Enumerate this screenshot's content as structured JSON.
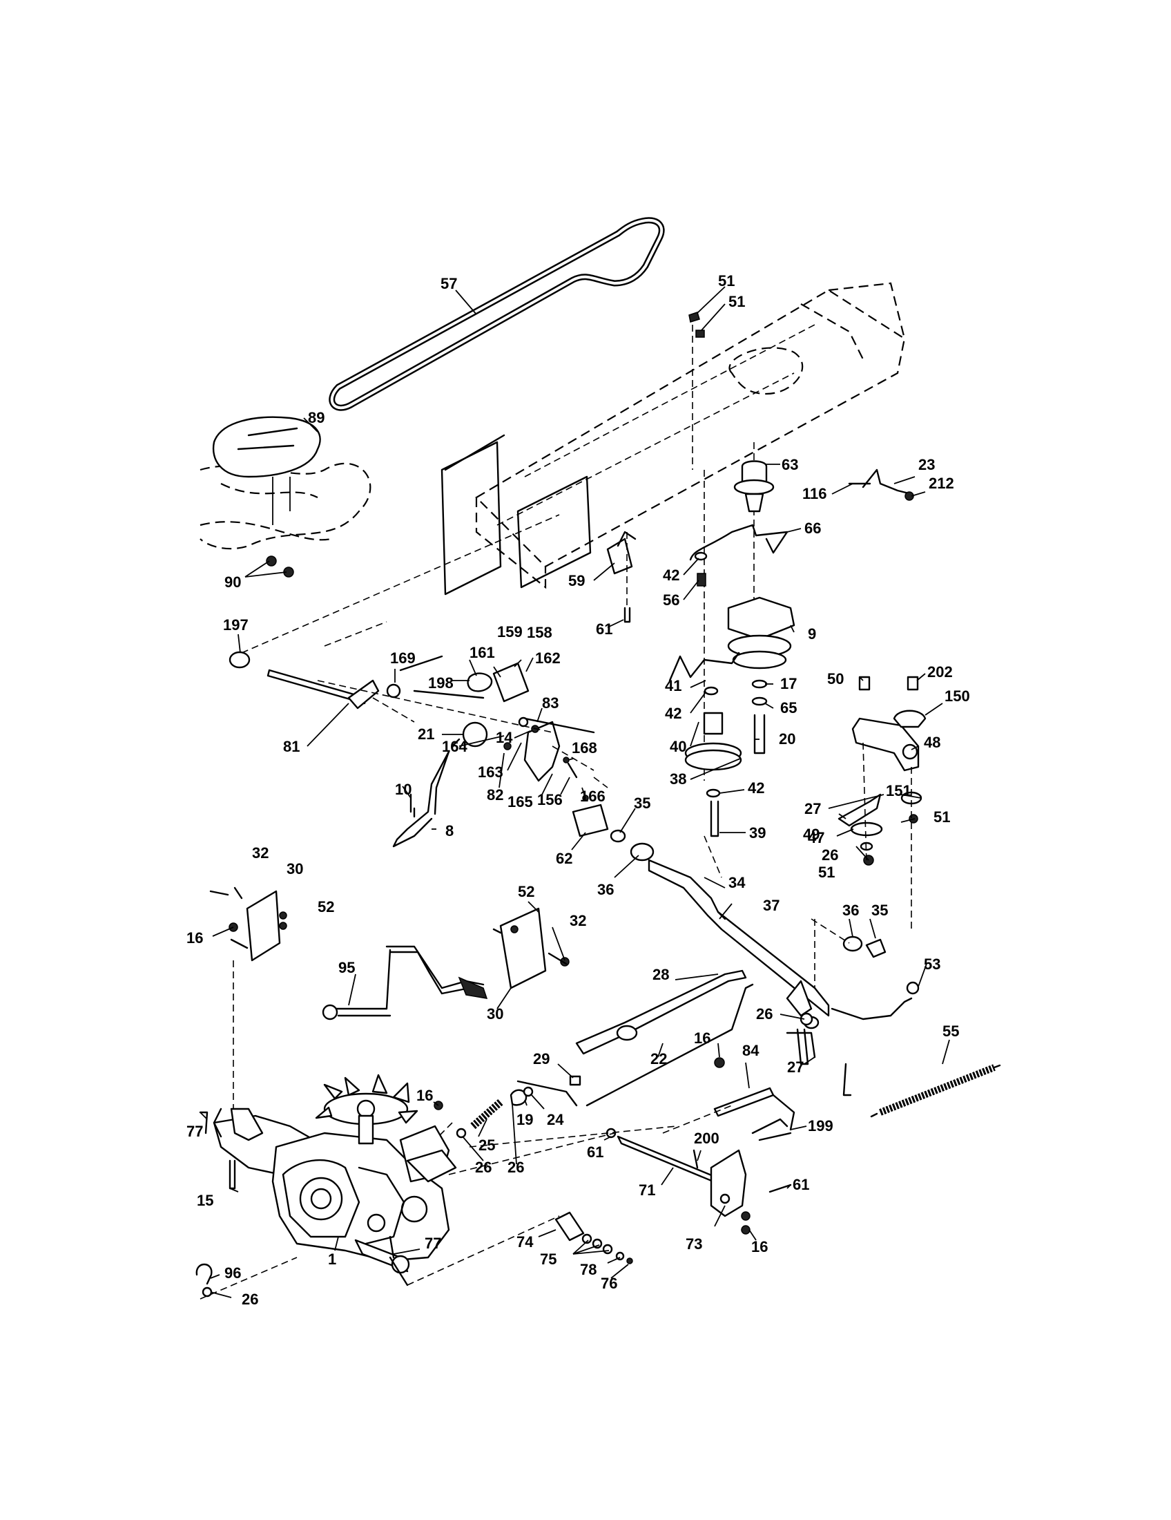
{
  "diagram": {
    "callouts": [
      "57",
      "51",
      "51",
      "89",
      "63",
      "23",
      "116",
      "212",
      "66",
      "59",
      "42",
      "56",
      "61",
      "90",
      "197",
      "161",
      "159",
      "158",
      "169",
      "198",
      "162",
      "9",
      "41",
      "42",
      "17",
      "50",
      "202",
      "150",
      "65",
      "48",
      "81",
      "164",
      "14",
      "83",
      "168",
      "40",
      "20",
      "21",
      "163",
      "38",
      "42",
      "27",
      "151",
      "10",
      "82",
      "165",
      "156",
      "166",
      "39",
      "51",
      "49",
      "35",
      "47",
      "26",
      "62",
      "8",
      "36",
      "34",
      "51",
      "32",
      "30",
      "52",
      "37",
      "36",
      "35",
      "16",
      "52",
      "32",
      "95",
      "28",
      "53",
      "30",
      "26",
      "55",
      "16",
      "84",
      "29",
      "22",
      "27",
      "16",
      "77",
      "19",
      "24",
      "199",
      "25",
      "26",
      "26",
      "200",
      "61",
      "15",
      "71",
      "61",
      "77",
      "74",
      "75",
      "78",
      "73",
      "16",
      "96",
      "1",
      "76",
      "26"
    ]
  }
}
